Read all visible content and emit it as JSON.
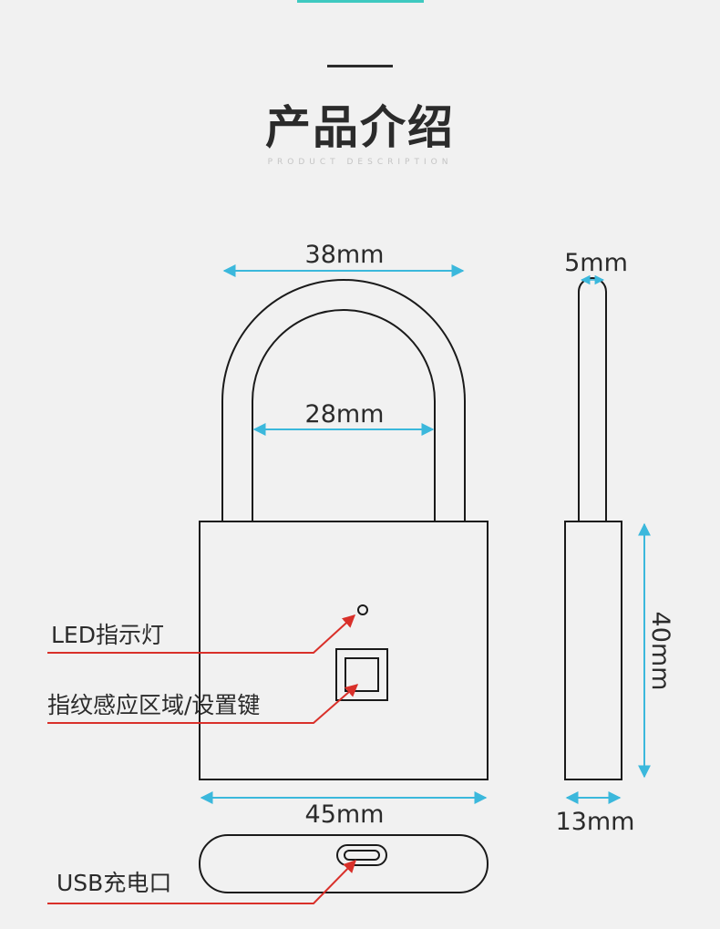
{
  "header": {
    "title": "产品介绍",
    "subtitle": "PRODUCT DESCRIPTION"
  },
  "dimensions": {
    "shackle_outer_width": "38mm",
    "shackle_inner_width": "28mm",
    "body_width": "45mm",
    "shackle_thickness": "5mm",
    "body_height": "40mm",
    "body_depth": "13mm"
  },
  "callouts": {
    "led": "LED指示灯",
    "fingerprint": "指纹感应区域/设置键",
    "usb": "USB充电口"
  },
  "colors": {
    "dimension_arrow": "#3bb8dc",
    "callout_line": "#d9302a",
    "outline": "#1a1a1a",
    "background": "#f1f1f1"
  }
}
